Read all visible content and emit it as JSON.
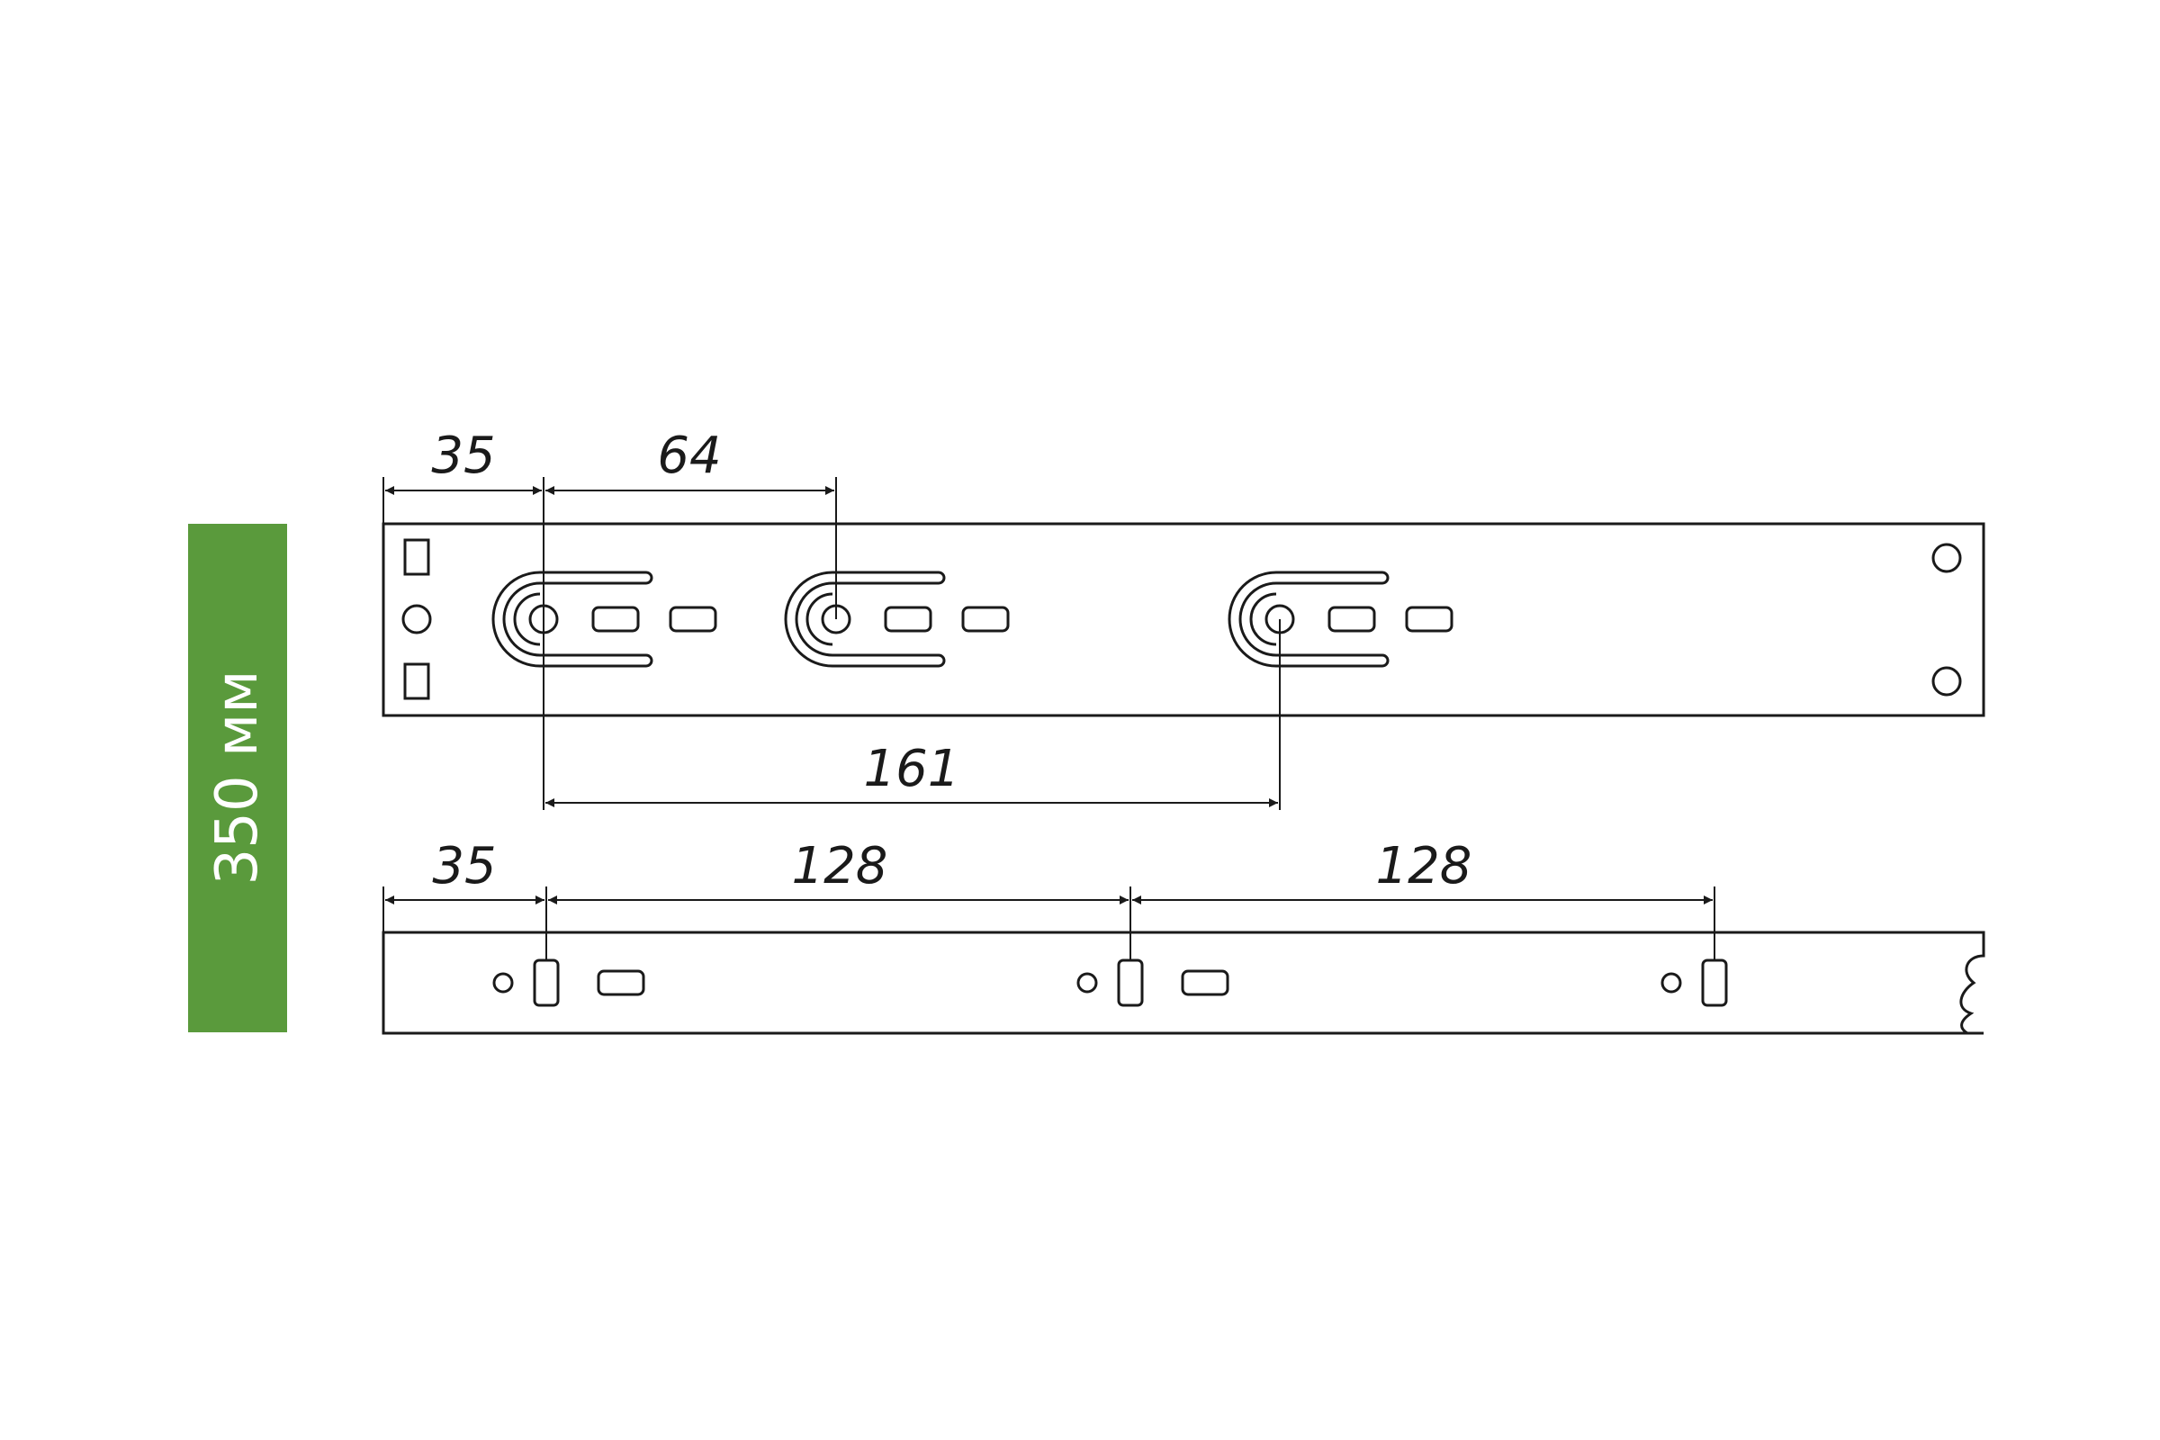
{
  "badge": {
    "label": "350 мм",
    "color": "#5a9a3c"
  },
  "top_rail": {
    "dimensions": {
      "d1": "35",
      "d2": "64",
      "d3": "161"
    }
  },
  "bottom_rail": {
    "dimensions": {
      "d1": "35",
      "d2": "128",
      "d3": "128"
    }
  }
}
